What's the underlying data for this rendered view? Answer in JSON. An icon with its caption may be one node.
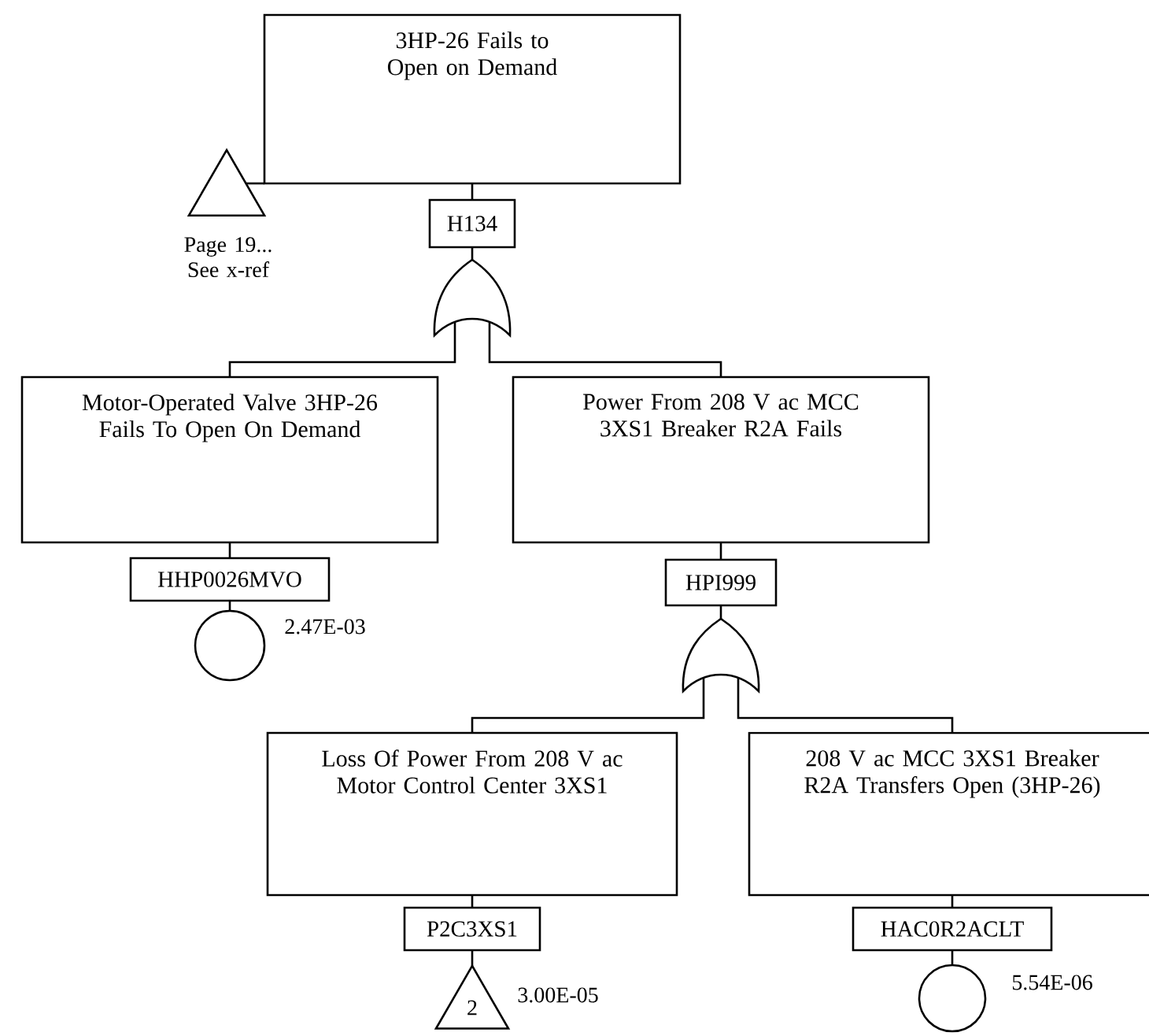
{
  "diagram": {
    "nodes": [
      {
        "text": [
          "3HP-26 Fails to Open on Demand"
        ]
      },
      {
        "text": [
          "H134"
        ]
      },
      {
        "text": [],
        "shape": "gate"
      },
      {
        "text": [],
        "shape": "triangle",
        "beside": [
          "Page 19... See x-ref"
        ]
      },
      {
        "text": [
          "Motor-Operated Valve 3HP-26 Fails To Open On Demand"
        ]
      },
      {
        "text": [
          "HHP0026MVO"
        ]
      },
      {
        "text": [],
        "shape": "circle",
        "beside": [
          "2.47E-03"
        ]
      },
      {
        "text": [
          "Power From 208 V ac MCC 3XS1 Breaker R2A Fails"
        ]
      },
      {
        "text": [
          "HPI999"
        ]
      },
      {
        "text": [],
        "shape": "gate"
      },
      {
        "text": [
          "Loss Of Power From 208 V ac Motor Control Center 3XS1"
        ]
      },
      {
        "text": [
          "P2C3XS1"
        ]
      },
      {
        "text": [
          "2"
        ],
        "beside": [
          "3.00E-05"
        ]
      },
      {
        "text": [
          "208 V ac MCC 3XS1 Breaker R2A Transfers Open (3HP-26)"
        ]
      },
      {
        "text": [
          "HAC0R2ACLT"
        ]
      },
      {
        "text": [],
        "shape": "circle",
        "beside": [
          "5.54E-06"
        ]
      }
    ],
    "edges": [
      {
        "from": 0,
        "to": 1,
        "arrow": "none"
      },
      {
        "from": 0,
        "to": 3,
        "arrow": "none"
      },
      {
        "from": 1,
        "to": 2,
        "arrow": "none"
      },
      {
        "from": 2,
        "to": 4,
        "arrow": "none"
      },
      {
        "from": 2,
        "to": 7,
        "arrow": "none"
      },
      {
        "from": 4,
        "to": 5,
        "arrow": "none"
      },
      {
        "from": 5,
        "to": 6,
        "arrow": "none"
      },
      {
        "from": 7,
        "to": 8,
        "arrow": "none"
      },
      {
        "from": 8,
        "to": 9,
        "arrow": "none"
      },
      {
        "from": 9,
        "to": 10,
        "arrow": "none"
      },
      {
        "from": 9,
        "to": 13,
        "arrow": "none"
      },
      {
        "from": 10,
        "to": 11,
        "arrow": "none"
      },
      {
        "from": 11,
        "to": 12,
        "arrow": "none"
      },
      {
        "from": 13,
        "to": 14,
        "arrow": "none"
      },
      {
        "from": 14,
        "to": 15,
        "arrow": "none"
      }
    ]
  }
}
